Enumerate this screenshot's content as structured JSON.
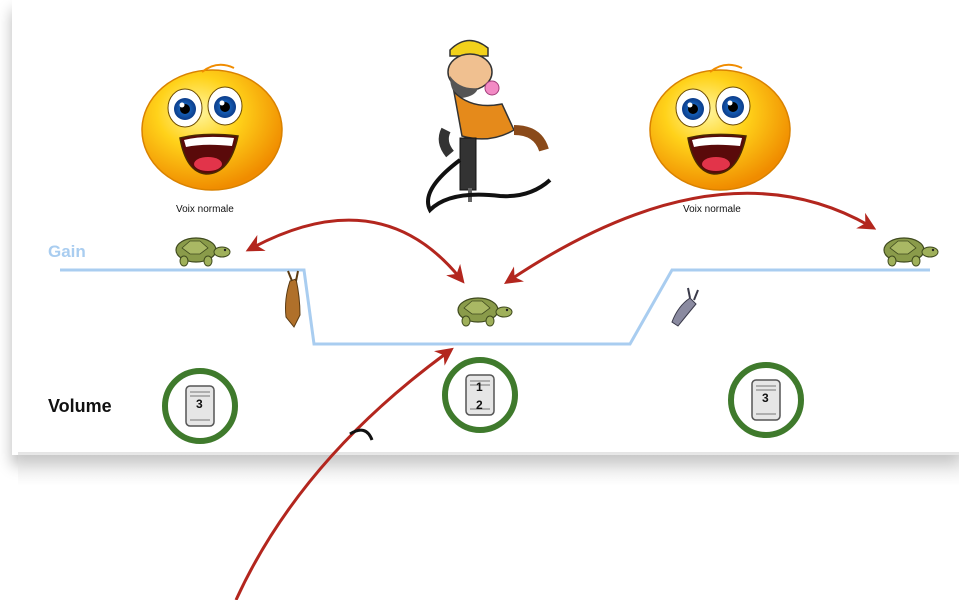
{
  "labels": {
    "left_voice": "Voix normale",
    "right_voice": "Voix normale",
    "gain": "Gain",
    "volume": "Volume"
  },
  "volume_icons": {
    "left": "3",
    "middle_top": "1",
    "middle_bottom": "2",
    "right": "3"
  },
  "colors": {
    "arrow": "#b3261e",
    "gain_line": "#a9cdf0",
    "ring": "#3f7a2c",
    "face": "#f7b500"
  },
  "icons": [
    "smiley-icon",
    "jackhammer-worker-icon",
    "turtle-icon",
    "hare-icon",
    "volume-dial-icon"
  ]
}
